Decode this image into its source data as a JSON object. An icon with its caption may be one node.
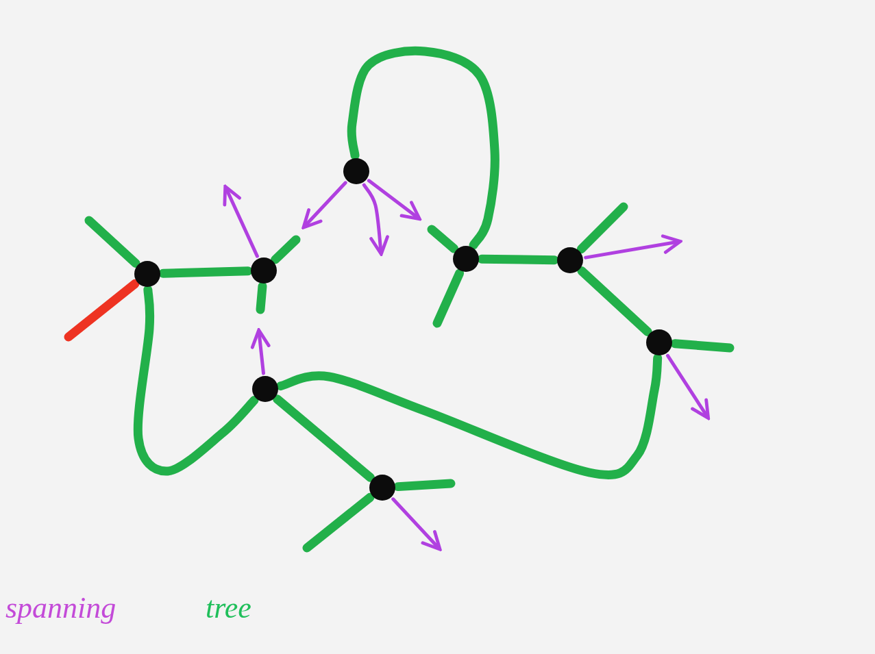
{
  "diagram": {
    "nodes": [
      {
        "text": [],
        "shape": "circle"
      },
      {
        "text": [],
        "shape": "circle"
      },
      {
        "text": [],
        "shape": "circle"
      },
      {
        "text": [],
        "shape": "circle"
      },
      {
        "text": [],
        "shape": "circle"
      },
      {
        "text": [],
        "shape": "circle"
      },
      {
        "text": [],
        "shape": "circle"
      },
      {
        "text": [],
        "shape": "circle"
      }
    ],
    "edges": [
      {
        "from": 0,
        "to": 1,
        "arrow": "none"
      },
      {
        "from": 0,
        "to": 6,
        "arrow": "none"
      },
      {
        "from": 2,
        "to": 3,
        "arrow": "none"
      },
      {
        "from": 3,
        "to": 4,
        "arrow": "none"
      },
      {
        "from": 4,
        "to": 5,
        "arrow": "none"
      },
      {
        "from": 6,
        "to": 5,
        "arrow": "none"
      },
      {
        "from": 6,
        "to": 7,
        "arrow": "none"
      },
      {
        "from": 0,
        "to": null,
        "arrow": "none"
      },
      {
        "from": 0,
        "to": null,
        "arrow": "none",
        "color": "#ee3322"
      },
      {
        "from": 1,
        "to": null,
        "arrow": "none"
      },
      {
        "from": 1,
        "to": null,
        "arrow": "none"
      },
      {
        "from": 3,
        "to": null,
        "arrow": "none"
      },
      {
        "from": 3,
        "to": null,
        "arrow": "none"
      },
      {
        "from": 4,
        "to": null,
        "arrow": "none"
      },
      {
        "from": 5,
        "to": null,
        "arrow": "none"
      },
      {
        "from": 7,
        "to": null,
        "arrow": "none"
      },
      {
        "from": 7,
        "to": null,
        "arrow": "none"
      },
      {
        "from": 1,
        "to": null,
        "arrow": "to",
        "color": "#b040e0"
      },
      {
        "from": 2,
        "to": null,
        "arrow": "to",
        "color": "#b040e0"
      },
      {
        "from": 2,
        "to": null,
        "arrow": "to",
        "color": "#b040e0"
      },
      {
        "from": 2,
        "to": null,
        "arrow": "to",
        "color": "#b040e0"
      },
      {
        "from": 4,
        "to": null,
        "arrow": "to",
        "color": "#b040e0"
      },
      {
        "from": 5,
        "to": null,
        "arrow": "to",
        "color": "#b040e0"
      },
      {
        "from": 6,
        "to": null,
        "arrow": "to",
        "color": "#b040e0"
      },
      {
        "from": 7,
        "to": null,
        "arrow": "to",
        "color": "#b040e0"
      }
    ],
    "labels": [
      "spanning",
      "tree"
    ]
  }
}
